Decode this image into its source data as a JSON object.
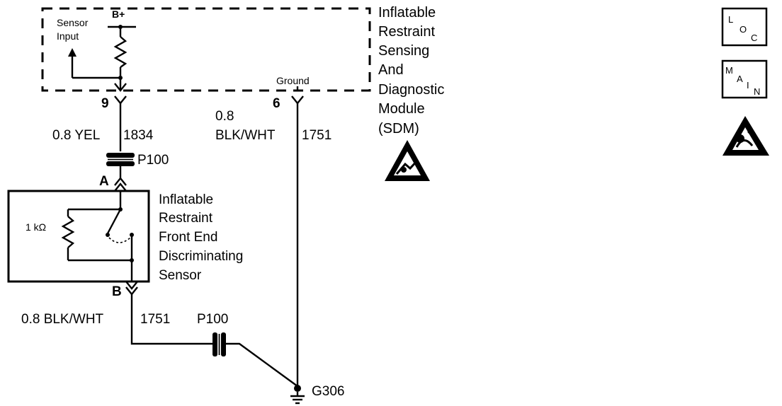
{
  "sdm": {
    "title_lines": [
      "Inflatable",
      "Restraint",
      "Sensing",
      "And",
      "Diagnostic",
      "Module",
      "(SDM)"
    ],
    "sensor_input_lines": [
      "Sensor",
      "Input"
    ],
    "bplus": "B+",
    "ground": "Ground",
    "pin_sensor": "9",
    "pin_ground": "6"
  },
  "wires": {
    "yel_label": "0.8 YEL",
    "yel_circuit": "1834",
    "ground_gauge": "0.8",
    "ground_color": "BLK/WHT",
    "ground_circuit": "1751",
    "sensor_ground_label": "0.8 BLK/WHT",
    "sensor_ground_circuit": "1751"
  },
  "connectors": {
    "upper": "P100",
    "lower": "P100"
  },
  "sensor": {
    "title_lines": [
      "Inflatable",
      "Restraint",
      "Front End",
      "Discriminating",
      "Sensor"
    ],
    "pin_a": "A",
    "pin_b": "B",
    "resistor": "1 kΩ"
  },
  "ground_point": "G306",
  "icons": {
    "loc": [
      "L",
      "O",
      "C"
    ],
    "main": [
      "M",
      "A",
      "I",
      "N"
    ],
    "esd_left": "esd-warning-icon",
    "esd_right": "airbag-warning-icon"
  }
}
